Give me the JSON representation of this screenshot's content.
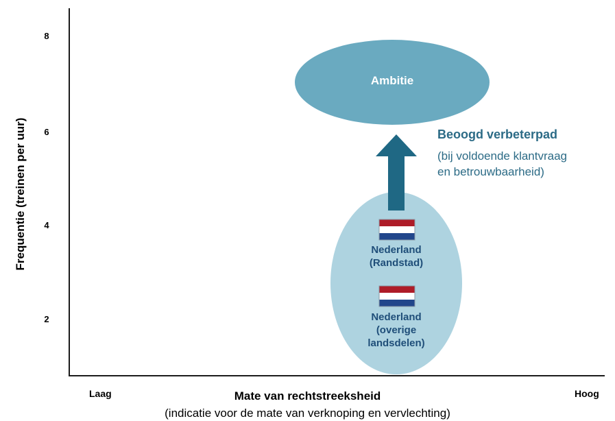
{
  "y_axis": {
    "label": "Frequentie (treinen per uur)",
    "ticks": [
      "8",
      "6",
      "4",
      "2"
    ]
  },
  "x_axis": {
    "low": "Laag",
    "high": "Hoog",
    "label": "Mate van rechtstreeksheid",
    "sublabel": "(indicatie voor de mate van verknoping en vervlechting)"
  },
  "ambition": {
    "label": "Ambitie",
    "color": "#6aaac0"
  },
  "current": {
    "color": "#aed3e0",
    "items": [
      {
        "line1": "Nederland",
        "line2": "(Randstad)"
      },
      {
        "line1": "Nederland",
        "line2": "(overige",
        "line3": "landsdelen)"
      }
    ]
  },
  "path": {
    "title": "Beoogd verbeterpad",
    "line1": "(bij voldoende klantvraag",
    "line2": "en betrouwbaarheid)",
    "arrow_color": "#1f6884"
  },
  "flag_colors": [
    "#ae1c28",
    "#ffffff",
    "#21468b"
  ]
}
